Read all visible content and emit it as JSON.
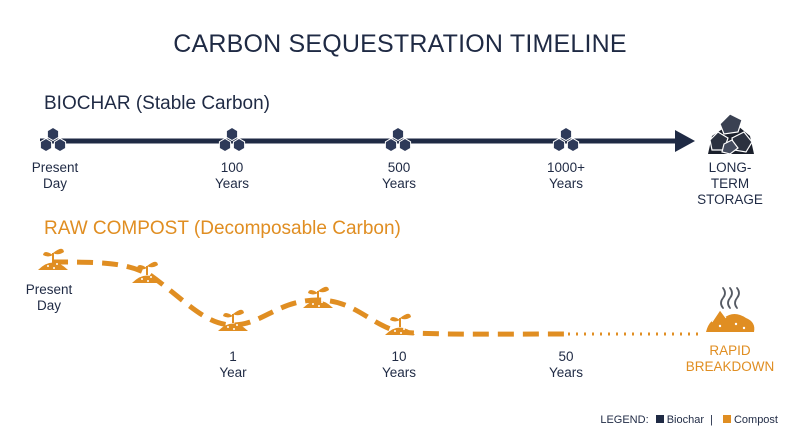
{
  "title": "CARBON SEQUESTRATION TIMELINE",
  "colors": {
    "navy": "#1f2a44",
    "orange": "#e08e22",
    "biochar_chunk": "#2e3a59"
  },
  "biochar": {
    "heading": "BIOCHAR (Stable Carbon)",
    "points": [
      {
        "label": "Present\nDay",
        "icon": "biochar-chunks-icon"
      },
      {
        "label": "100\nYears",
        "icon": "biochar-chunks-icon"
      },
      {
        "label": "500\nYears",
        "icon": "biochar-chunks-icon"
      },
      {
        "label": "1000+\nYears",
        "icon": "biochar-chunks-icon"
      }
    ],
    "end": {
      "label": "LONG-TERM\nSTORAGE",
      "icon": "carbon-rock-pile-icon"
    }
  },
  "compost": {
    "heading": "RAW COMPOST (Decomposable Carbon)",
    "points": [
      {
        "label": "Present\nDay",
        "icon": "sprout-mound-icon"
      },
      {
        "label": "",
        "icon": "sprout-mound-icon"
      },
      {
        "label": "1\nYear",
        "icon": "sprout-mound-icon"
      },
      {
        "label": "",
        "icon": "sprout-mound-icon"
      },
      {
        "label": "10\nYears",
        "icon": "sprout-mound-icon"
      },
      {
        "label": "50\nYears",
        "icon": ""
      }
    ],
    "end": {
      "label": "RAPID\nBREAKDOWN",
      "icon": "decomposing-steam-icon"
    }
  },
  "legend": {
    "prefix": "LEGEND:",
    "items": [
      {
        "name": "Biochar",
        "color": "#1f2a44"
      },
      {
        "name": "Compost",
        "color": "#e08e22"
      }
    ],
    "separator": "|"
  }
}
